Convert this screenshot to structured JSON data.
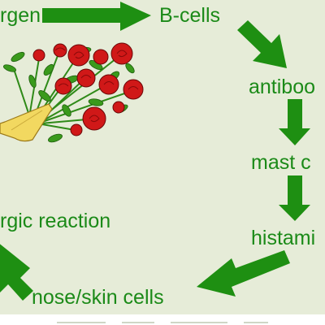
{
  "diagram": {
    "nodes": {
      "allergen": "rgen",
      "b_cells": "B-cells",
      "antibodies": "antiboo",
      "mast_cells": "mast c",
      "histamine": "histami",
      "nose_skin_cells": "nose/skin cells",
      "allergic_reaction": "rgic reaction"
    },
    "illustration": "rose-bouquet-icon",
    "colors": {
      "text": "#1b8a18",
      "arrow": "#1e8f12",
      "background": "#e6ecd8",
      "rose": "#d01818",
      "leaf": "#3a9a1c",
      "wrap": "#f2d860"
    }
  }
}
